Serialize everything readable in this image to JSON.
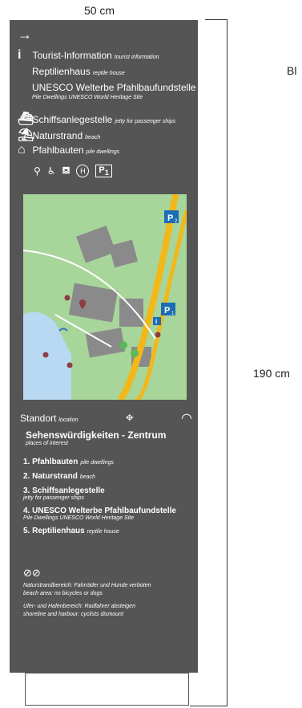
{
  "dimensions": {
    "width_label": "50 cm",
    "height_label": "190 cm",
    "corner_text": "Bl"
  },
  "header": {
    "arrow": "→",
    "tourist_info": {
      "label": "Tourist-Information",
      "en": "tourist information"
    },
    "reptile": {
      "label": "Reptilienhaus",
      "en": "reptile house"
    },
    "unesco": {
      "label": "UNESCO Welterbe Pfahlbaufundstelle",
      "en": "Pile Dwellings UNESCO World Heritage Site"
    },
    "jetty": {
      "label": "Schiffsanlegestelle",
      "en": "jetty for passenger ships"
    },
    "beach": {
      "label": "Naturstrand",
      "en": "beach"
    },
    "piles": {
      "label": "Pfahlbauten",
      "en": "pile dwellings"
    }
  },
  "symbols": {
    "h_circle": "H",
    "parking_box": "P",
    "parking_sub": "1"
  },
  "map": {
    "p2": "P",
    "p2_sub": "2",
    "p1": "P",
    "p1_sub": "1",
    "info": "i"
  },
  "location": {
    "label": "Standort",
    "en": "location"
  },
  "sights": {
    "title": "Sehenswürdigkeiten - Zentrum",
    "en": "places of interest",
    "items": [
      {
        "num": "1. ",
        "label": "Pfahlbauten",
        "en": "pile dwellings"
      },
      {
        "num": "2. ",
        "label": "Naturstrand",
        "en": "beach"
      },
      {
        "num": "3. ",
        "label": "Schiffsanlegestelle",
        "en": "jetty for passenger ships"
      },
      {
        "num": "4. ",
        "label": "UNESCO Welterbe Pfahlbaufundstelle",
        "en": "Pile Dwellings UNESCO World Heritage Site"
      },
      {
        "num": "5. ",
        "label": "Reptilienhaus",
        "en": "reptile house"
      }
    ]
  },
  "notes": {
    "beach_de": "Naturstrandbereich: Fahrräder und Hunde verboten",
    "beach_en": "beach area: no bicycles or dogs",
    "shore_de": "Ufer- und Hafenbereich: Radfahrer absteigen",
    "shore_en": "shoreline and harbour: cyclists dismount"
  },
  "colors": {
    "panel": "#555556",
    "map_green": "#a8d59a",
    "road": "#f2b81a",
    "water": "#b9d8f2",
    "parking": "#1c6db5"
  }
}
